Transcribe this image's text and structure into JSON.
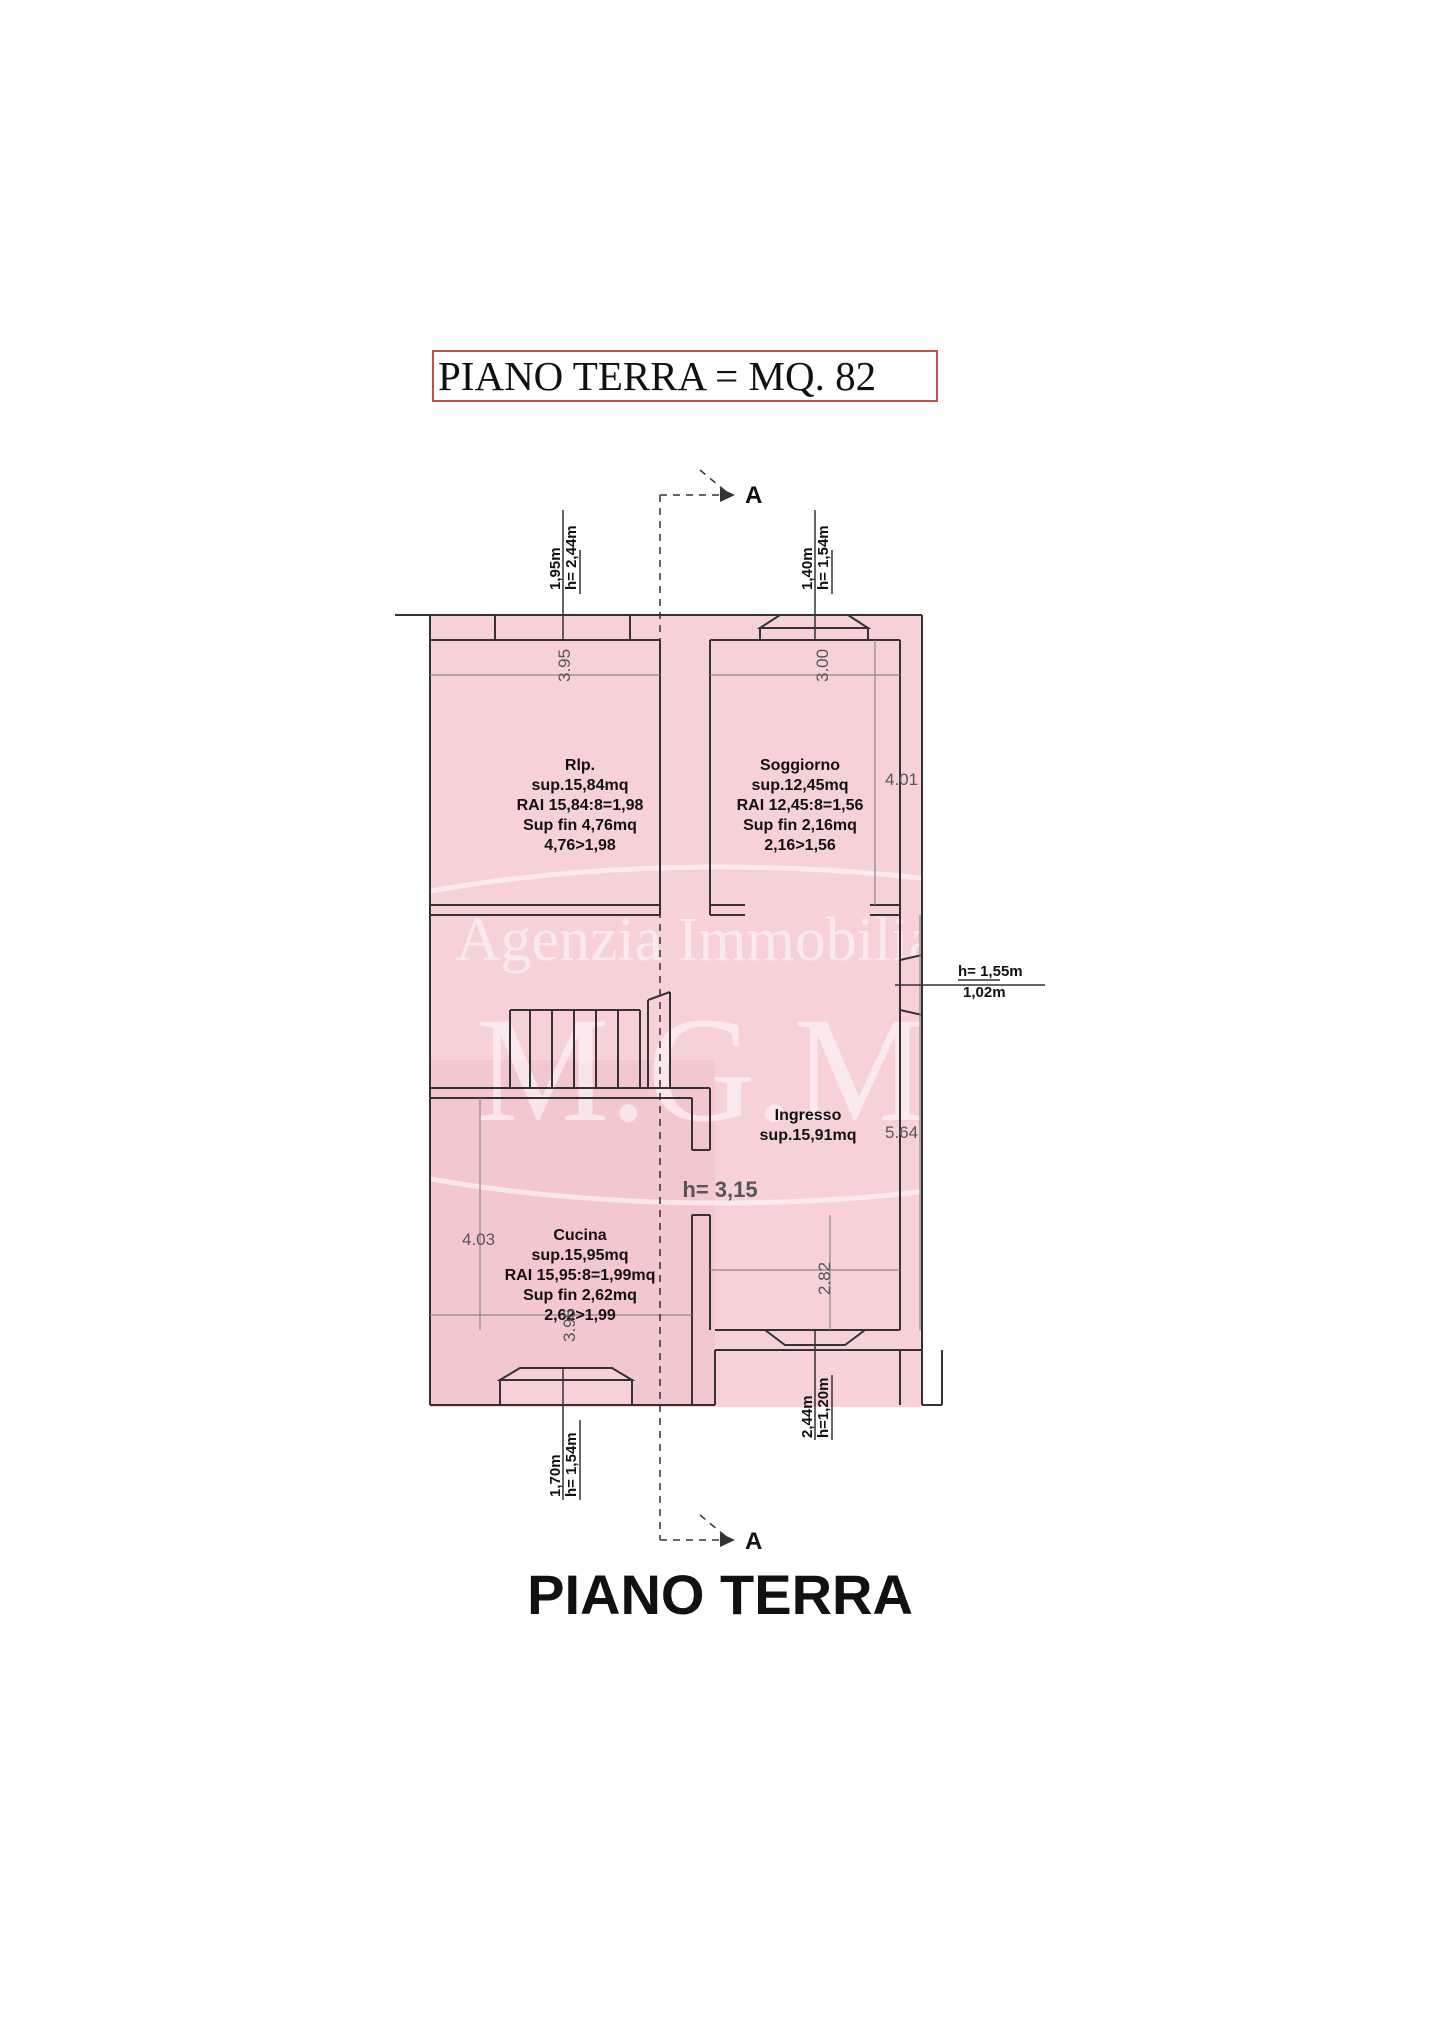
{
  "header": {
    "total_area_label": "PIANO TERRA = MQ. 82"
  },
  "section_marker": {
    "label": "A"
  },
  "ceiling_height": "h= 3,15",
  "rooms": {
    "ripostiglio": [
      "Rlp.",
      "sup.15,84mq",
      "RAI 15,84:8=1,98",
      "Sup fin 4,76mq",
      "4,76>1,98"
    ],
    "soggiorno": [
      "Soggiorno",
      "sup.12,45mq",
      "RAI 12,45:8=1,56",
      "Sup fin 2,16mq",
      "2,16>1,56"
    ],
    "ingresso": [
      "Ingresso",
      "sup.15,91mq"
    ],
    "cucina": [
      "Cucina",
      "sup.15,95mq",
      "RAI 15,95:8=1,99mq",
      "Sup fin 2,62mq",
      "2,62>1,99"
    ]
  },
  "dimensions": {
    "rip_width": "3.95",
    "sog_width": "3.00",
    "sog_height": "4.01",
    "ing_height": "5.64",
    "ing_width": "2.82",
    "cuc_height": "4.03",
    "cuc_width": "3.95"
  },
  "windows": {
    "top_left": [
      "h= 2,44m",
      "1,95m"
    ],
    "top_right": [
      "h= 1,54m",
      "1,40m"
    ],
    "right": [
      "h= 1,55m",
      "1,02m"
    ],
    "bottom_left": [
      "h= 1,54m",
      "1,70m"
    ],
    "bottom_right": [
      "h=1,20m",
      "2,44m"
    ]
  },
  "watermark": {
    "line1": "Agenzia Immobiliare",
    "line2": "M.G.M."
  },
  "footer": {
    "floor_title": "PIANO TERRA"
  },
  "colors": {
    "fill": "#f5d0d5",
    "wall": "#333333",
    "accent": "#c0504d"
  }
}
